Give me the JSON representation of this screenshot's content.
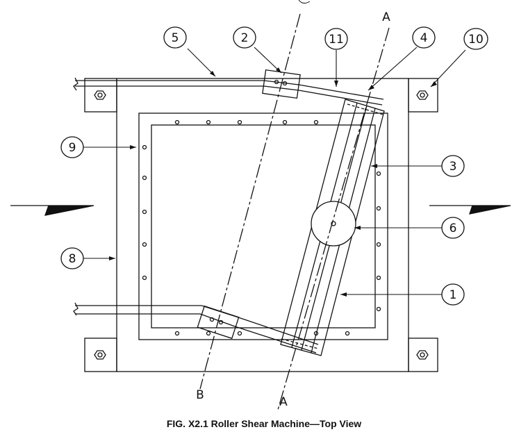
{
  "figure": {
    "caption": "FIG. X2.1 Roller Shear Machine—Top View",
    "callouts": {
      "c1": "1",
      "c2": "2",
      "c3": "3",
      "c4": "4",
      "c5": "5",
      "c6": "6",
      "c8": "8",
      "c9": "9",
      "c10": "10",
      "c11": "11"
    },
    "axis_labels": {
      "a_top": "A",
      "a_bottom": "A",
      "b_bottom": "B"
    }
  }
}
